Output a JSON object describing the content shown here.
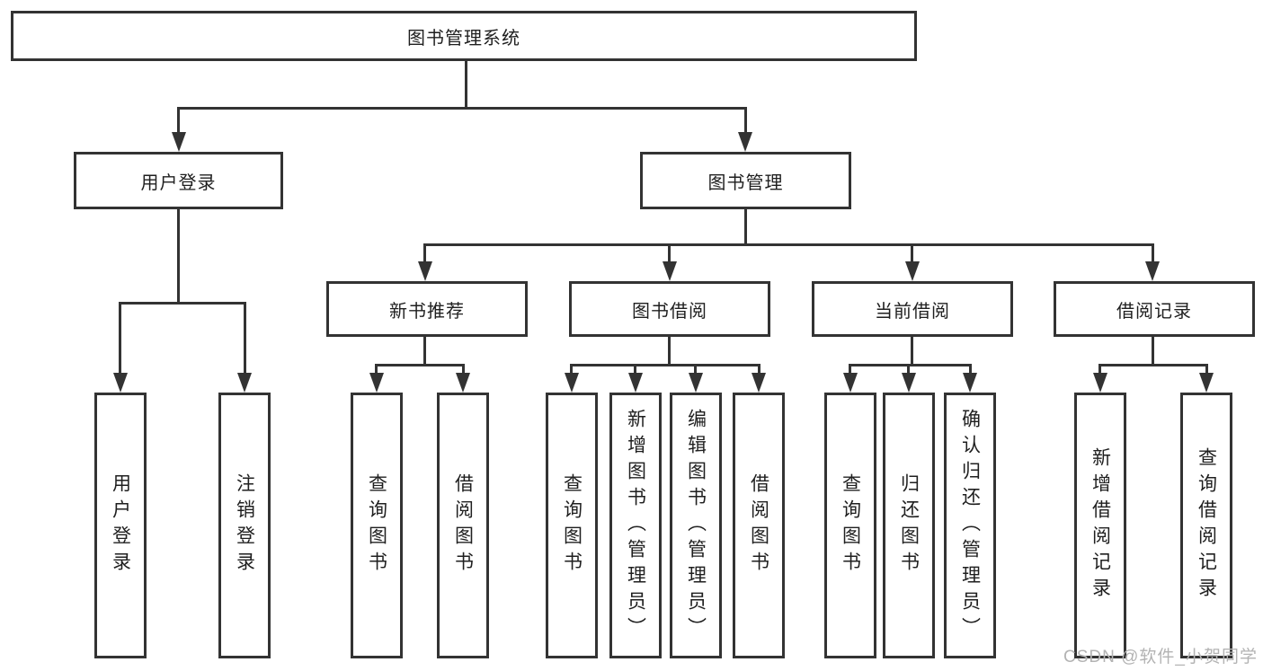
{
  "diagram": {
    "type": "tree",
    "colors": {
      "line": "#333333",
      "box_border": "#333333",
      "text": "#1f1f1f",
      "watermark": "#b3b3b3",
      "background": "#ffffff"
    },
    "watermark": "CSDN @软件_小贺同学",
    "nodes": {
      "root": {
        "label": "图书管理系统"
      },
      "level2": [
        {
          "id": "user-login",
          "label": "用户登录"
        },
        {
          "id": "book-management",
          "label": "图书管理"
        }
      ],
      "level3": [
        {
          "id": "new-book-recommend",
          "label": "新书推荐",
          "parent": "图书管理"
        },
        {
          "id": "book-borrowing",
          "label": "图书借阅",
          "parent": "图书管理"
        },
        {
          "id": "current-borrowing",
          "label": "当前借阅",
          "parent": "图书管理"
        },
        {
          "id": "borrowing-records",
          "label": "借阅记录",
          "parent": "图书管理"
        }
      ],
      "leaves": [
        {
          "id": "user-login-leaf",
          "label": "用户登录",
          "parent": "用户登录"
        },
        {
          "id": "logout",
          "label": "注销登录",
          "parent": "用户登录"
        },
        {
          "id": "rec-query-books",
          "label": "查询图书",
          "parent": "新书推荐"
        },
        {
          "id": "rec-borrow-books",
          "label": "借阅图书",
          "parent": "新书推荐"
        },
        {
          "id": "bb-query-books",
          "label": "查询图书",
          "parent": "图书借阅"
        },
        {
          "id": "bb-add-books-admin",
          "label": "新增图书（管理员）",
          "parent": "图书借阅"
        },
        {
          "id": "bb-edit-books-admin",
          "label": "编辑图书（管理员）",
          "parent": "图书借阅"
        },
        {
          "id": "bb-borrow-books",
          "label": "借阅图书",
          "parent": "图书借阅"
        },
        {
          "id": "cb-query-books",
          "label": "查询图书",
          "parent": "当前借阅"
        },
        {
          "id": "cb-return-books",
          "label": "归还图书",
          "parent": "当前借阅"
        },
        {
          "id": "cb-confirm-return-admin",
          "label": "确认归还（管理员）",
          "parent": "当前借阅"
        },
        {
          "id": "br-add-record",
          "label": "新增借阅记录",
          "parent": "借阅记录"
        },
        {
          "id": "br-query-record",
          "label": "查询借阅记录",
          "parent": "借阅记录"
        }
      ]
    }
  }
}
